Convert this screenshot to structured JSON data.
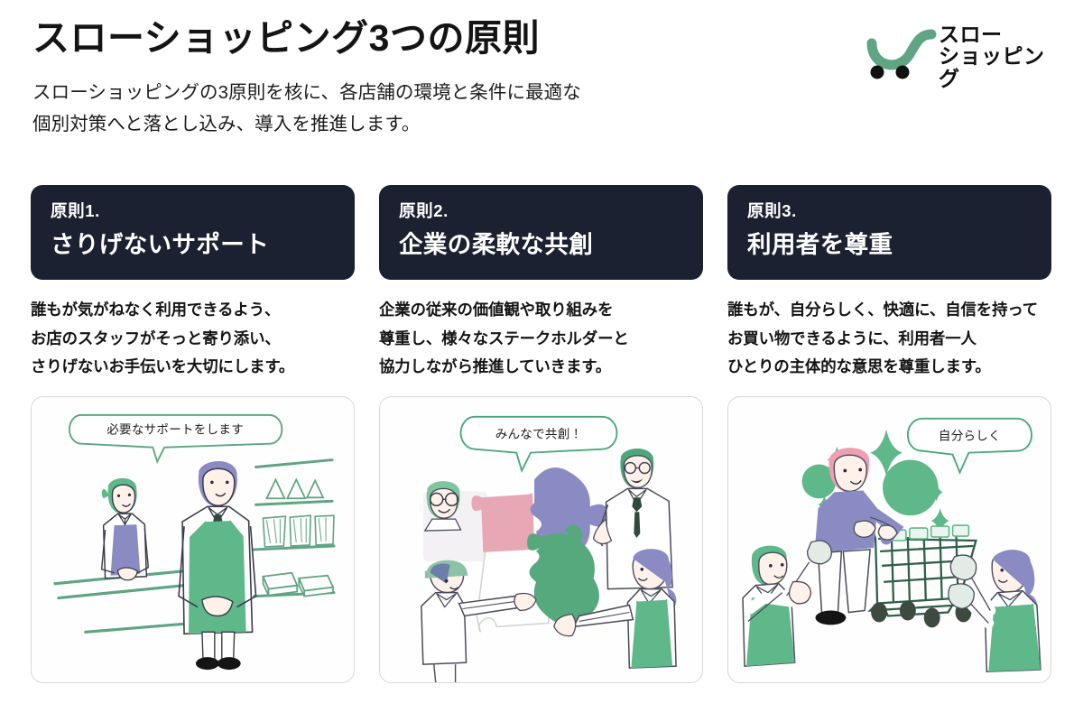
{
  "header": {
    "title": "スローショッピング3つの原則",
    "subtitle_lines": [
      "スローショッピングの3原則を核に、各店舗の環境と条件に最適な",
      "個別対策へと落とし込み、導入を推進します。"
    ]
  },
  "logo": {
    "line1": "スロー",
    "line2": "ショッピング",
    "mark_name": "shopping-cart-swoosh-mark",
    "mark_color": "#5fa583"
  },
  "colors": {
    "card_background": "#1b2130",
    "card_text": "#ffffff",
    "accent_green": "#5fa583",
    "accent_green_light": "#8cc3a5",
    "accent_purple": "#8b8bc4",
    "accent_pink": "#e7a7b4",
    "page_background": "#ffffff",
    "body_text": "#141414",
    "panel_border": "#d8d8d8"
  },
  "principles": [
    {
      "eyebrow": "原則1.",
      "heading": "さりげないサポート",
      "body_lines": [
        "誰もが気がねなく利用できるよう、",
        "お店のスタッフがそっと寄り添い、",
        "さりげないお手伝いを大切にします。"
      ],
      "illustration": {
        "name": "store-staff-support-illustration",
        "bubble": "必要なサポートをします",
        "elements": [
          "female-staff-behind-counter",
          "male-staff-with-apron",
          "store-shelves",
          "onigiri-items",
          "snack-bags",
          "boxed-items",
          "counter"
        ]
      }
    },
    {
      "eyebrow": "原則2.",
      "heading": "企業の柔軟な共創",
      "body_lines": [
        "企業の従来の価値観や取り組みを",
        "尊重し、様々なステークホルダーと",
        "協力しながら推進していきます。"
      ],
      "illustration": {
        "name": "co-creation-puzzle-illustration",
        "bubble": "みんなで共創！",
        "elements": [
          "person-with-glasses",
          "person-in-lab-coat",
          "person-with-cap",
          "female-staff-with-apron",
          "pink-puzzle-piece",
          "purple-puzzle-piece",
          "green-puzzle-piece",
          "white-puzzle-piece"
        ]
      }
    },
    {
      "eyebrow": "原則3.",
      "heading": "利用者を尊重",
      "body_lines": [
        "誰もが、自分らしく、快適に、自信を持って",
        "お買い物できるように、利用者一人",
        "ひとりの主体的な意思を尊重します。"
      ],
      "illustration": {
        "name": "respect-shopper-illustration",
        "bubble": "自分らしく",
        "elements": [
          "shopper-with-cart",
          "shopping-cart",
          "staff-waving-left",
          "staff-waving-right",
          "sparkle-decorations",
          "green-circles"
        ]
      }
    }
  ]
}
